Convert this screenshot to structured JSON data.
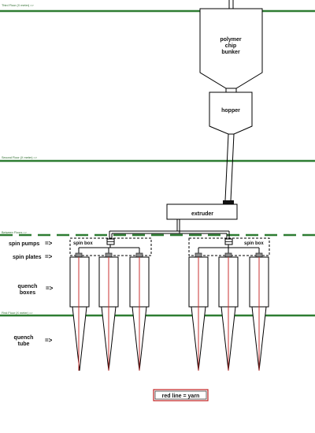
{
  "diagram": {
    "floors": {
      "third": "Third Floor (X meter) =>",
      "second": "Second Floor (X meter) =>",
      "between": "Between Floors =>",
      "first": "First Floor (X meter) =>"
    },
    "components": {
      "bunker": [
        "polymer",
        "chip",
        "bunker"
      ],
      "hopper": "hopper",
      "extruder": "extruder",
      "spin_box_left": "spin box",
      "spin_box_right": "spin box"
    },
    "labels": {
      "spin_pumps": "spin pumps",
      "spin_plates": "spin plates",
      "quench_boxes": [
        "quench",
        "boxes"
      ],
      "quench_tube": [
        "quench",
        "tube"
      ],
      "arrow": "=>"
    },
    "legend": "red line = yarn",
    "colors": {
      "floor_line": "#2e7d32",
      "yarn": "#c83232",
      "line": "#000000",
      "spin_plate": "#8c8c8c",
      "legend_border": "#c02020"
    }
  }
}
